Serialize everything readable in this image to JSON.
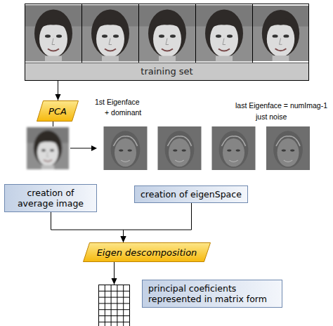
{
  "diagram": {
    "nodes": [
      {
        "text": [
          "training set"
        ]
      },
      {
        "text": [
          "PCA"
        ]
      },
      {
        "text": [
          "creation of average image"
        ]
      },
      {
        "text": [
          "creation of eigenSpace"
        ]
      },
      {
        "text": [
          "Eigen descomposition"
        ]
      },
      {
        "text": [
          "principal coeficients represented in matrix form"
        ]
      }
    ],
    "edges": [
      {
        "from": 0,
        "to": 1,
        "arrow": "to"
      },
      {
        "from": 2,
        "to": 4,
        "arrow": "to"
      },
      {
        "from": 3,
        "to": 4,
        "arrow": "to"
      },
      {
        "from": 4,
        "to": 5,
        "arrow": "to"
      }
    ],
    "labels": [
      "1st Eigenface",
      "+ dominant",
      "last Eigenface = numImag-1",
      "just noise"
    ]
  }
}
